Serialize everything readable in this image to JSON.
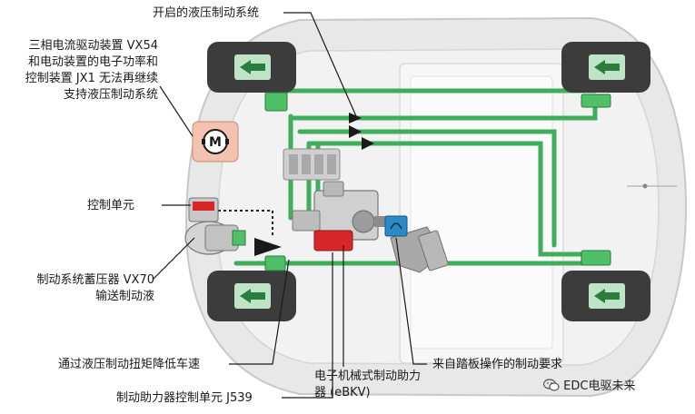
{
  "labels": {
    "hydraulic_system": "开启的液压制动系统",
    "vx54_note": "三相电流驱动装置 VX54\n和电动装置的电子功率和\n控制装置 JX1 无法再继续\n支持液压制动系统",
    "control_unit": "控制单元",
    "vx70": "制动系统蓄压器 VX70\n输送制动液",
    "torque_reduction": "通过液压制动扭矩降低车速",
    "j539": "制动助力器控制单元 J539",
    "ebkv": "电子机械式制动助力\n器 (eBKV)",
    "pedal_request": "来自踏板操作的制动要求"
  },
  "motor_symbol": "M",
  "watermark": {
    "icon": "wechat-icon",
    "text": "EDC电驱未来"
  },
  "colors": {
    "brake_line": "#3fae5a",
    "brake_line_dark": "#2a7d3d",
    "wheel": "#3c3c3c",
    "arrow_box": "#bfe3c7",
    "motor_box": "#f3c2b0",
    "red_unit": "#d9262b",
    "blue_sensor": "#2a8bc9",
    "car_body": "#e6e6e6"
  }
}
